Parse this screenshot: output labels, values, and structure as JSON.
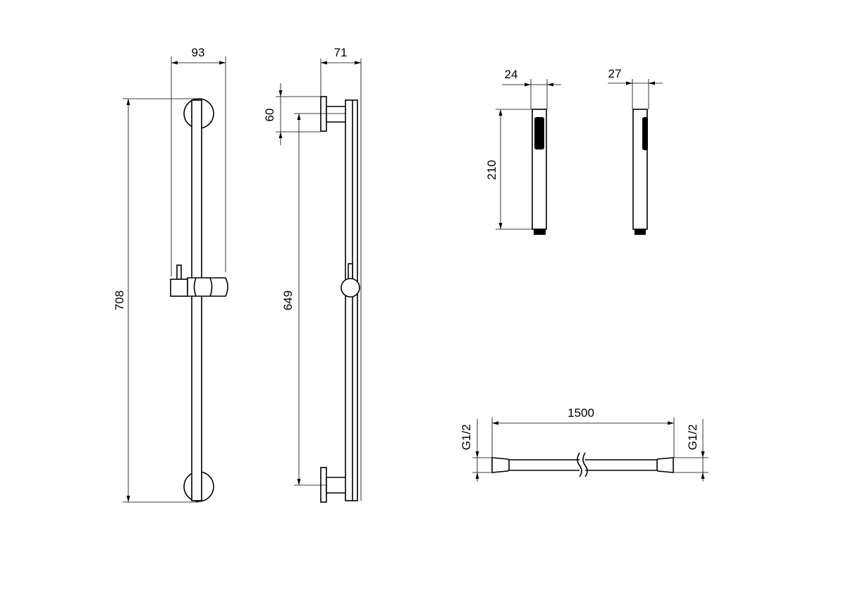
{
  "dimensions": {
    "rail_front_width": "93",
    "rail_front_height": "708",
    "rail_side_depth": "71",
    "rail_side_bracket": "60",
    "rail_side_centers": "649",
    "handshower_front_width": "24",
    "handshower_height": "210",
    "handshower_side_width": "27",
    "hose_length": "1500",
    "hose_thread_left": "G1/2",
    "hose_thread_right": "G1/2"
  }
}
